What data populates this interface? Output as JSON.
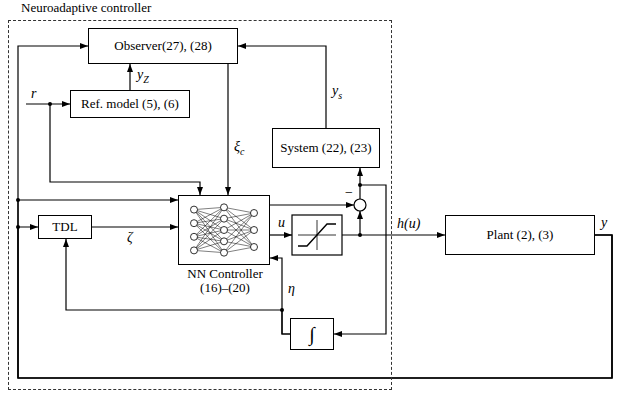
{
  "diagram": {
    "nodes": [
      {
        "text": [
          "Neuroadaptive controller"
        ]
      },
      {
        "text": [
          "Observer(27), (28)"
        ],
        "in": 0
      },
      {
        "text": [
          "Ref. model (5), (6)"
        ],
        "in": 0
      },
      {
        "text": [
          "System (22), (23)"
        ],
        "in": 0
      },
      {
        "text": [
          "TDL"
        ],
        "in": 0
      },
      {
        "text": [
          "NN Controller (16)–(20)"
        ],
        "in": 0
      },
      {
        "text": [
          "∫"
        ],
        "in": 0
      },
      {
        "text": [
          "Plant (2), (3)"
        ]
      }
    ],
    "edges": [
      {
        "from": 3,
        "to": 1,
        "label": "ys",
        "arrow": "to"
      },
      {
        "from": 2,
        "to": 1,
        "label": "yZ",
        "arrow": "to"
      },
      {
        "from": 1,
        "to": 5,
        "label": "ξc",
        "arrow": "to"
      },
      {
        "from": 7,
        "to": 1,
        "arrow": "to"
      },
      {
        "from": 7,
        "to": 4,
        "arrow": "to"
      },
      {
        "from": 7,
        "to": 5,
        "arrow": "to"
      },
      {
        "from": 4,
        "to": 5,
        "label": "ζ",
        "arrow": "to"
      },
      {
        "from": 6,
        "to": 5,
        "label": "η",
        "arrow": "to"
      },
      {
        "from": 6,
        "to": 4,
        "arrow": "to"
      }
    ],
    "labels": [
      "r",
      "u",
      "h(u)",
      "−",
      "y"
    ]
  }
}
